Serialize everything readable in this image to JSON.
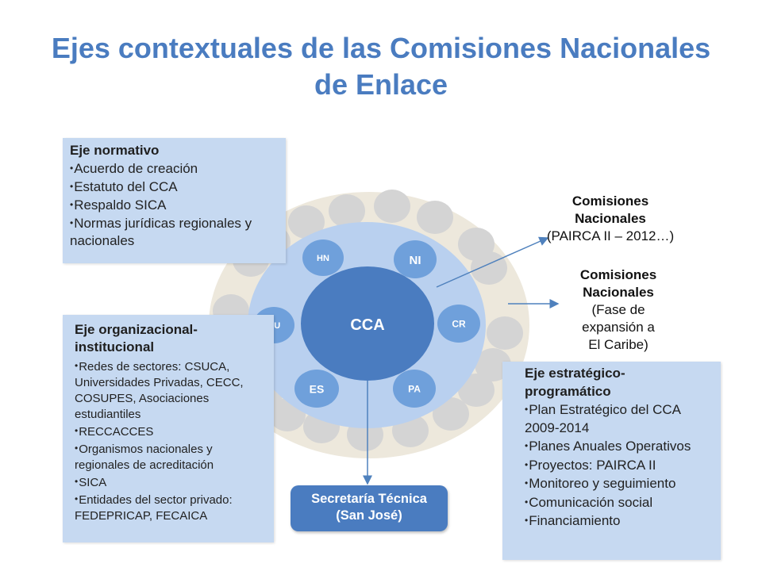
{
  "title": {
    "line1": "Ejes contextuales de las Comisiones Nacionales",
    "line2": "de Enlace"
  },
  "center": {
    "label": "CCA"
  },
  "countries": [
    "HN",
    "NI",
    "GU",
    "CR",
    "ES",
    "PA"
  ],
  "eje_normativo": {
    "heading": "Eje normativo",
    "items": [
      "Acuerdo de creación",
      "Estatuto del CCA",
      "Respaldo SICA",
      "Normas jurídicas regionales y nacionales"
    ]
  },
  "eje_organizacional": {
    "heading_line1": "Eje organizacional-",
    "heading_line2": "institucional",
    "items": [
      "Redes de sectores: CSUCA, Universidades Privadas, CECC, COSUPES, Asociaciones estudiantiles",
      "RECCACCES",
      "Organismos nacionales y regionales de acreditación",
      "SICA",
      "Entidades del sector privado: FEDEPRICAP, FECAICA"
    ]
  },
  "eje_estrategico": {
    "heading_line1": "Eje estratégico-",
    "heading_line2": "programático",
    "items": [
      "Plan Estratégico del CCA 2009-2014",
      "Planes Anuales Operativos",
      "Proyectos: PAIRCA II",
      "Monitoreo y seguimiento",
      "Comunicación social",
      "Financiamiento"
    ]
  },
  "comisiones_1": {
    "line1": "Comisiones",
    "line2": "Nacionales",
    "line3": "(PAIRCA II – 2012…)"
  },
  "comisiones_2": {
    "line1": "Comisiones",
    "line2": "Nacionales",
    "line3": "(Fase de",
    "line4": "expansión a",
    "line5": "El Caribe)"
  },
  "secretaria": {
    "line1": "Secretaría Técnica",
    "line2": "(San José)"
  },
  "colors": {
    "title": "#4a7cc0",
    "outer_ring": "#ede8dc",
    "inner_disc": "#b9d0ef",
    "center": "#4a7cc0",
    "country_circle": "#6fa0db",
    "gray_circle": "#d4d4d4",
    "box_fill": "#c6d9f1",
    "arrow": "#4f81bd"
  }
}
